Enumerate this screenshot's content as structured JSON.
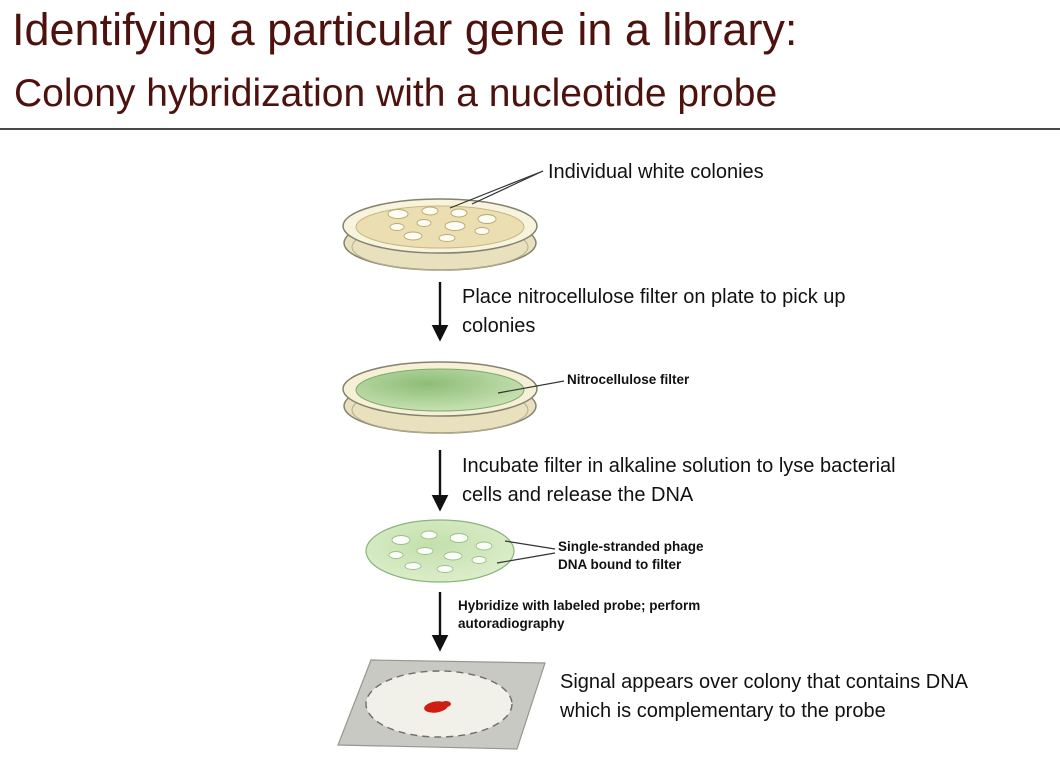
{
  "slide": {
    "title": "Identifying a particular gene in a library:",
    "subtitle": "Colony hybridization with a nucleotide probe",
    "title_color": "#4e120e"
  },
  "diagram": {
    "labels": {
      "colonies": "Individual white colonies",
      "step1": "Place nitrocellulose filter on plate to pick up colonies",
      "filter": "Nitrocellulose filter",
      "step2": "Incubate filter in alkaline solution to lyse bacterial cells and release the DNA",
      "ssdna": "Single-stranded phage DNA bound to filter",
      "step3": "Hybridize with labeled probe; perform autoradiography",
      "signal": "Signal appears over colony that contains DNA which is complementary to the probe"
    },
    "colors": {
      "agar_cream": "#ebdeb0",
      "dish_rim": "#f8f3dc",
      "filter_green": "#a9cf92",
      "filter_green_light": "#d2e7bd",
      "film_gray": "#c9c9c4",
      "film_inner": "#f1f1ea",
      "signal_red": "#cf1d12",
      "arrow_black": "#111111"
    }
  }
}
